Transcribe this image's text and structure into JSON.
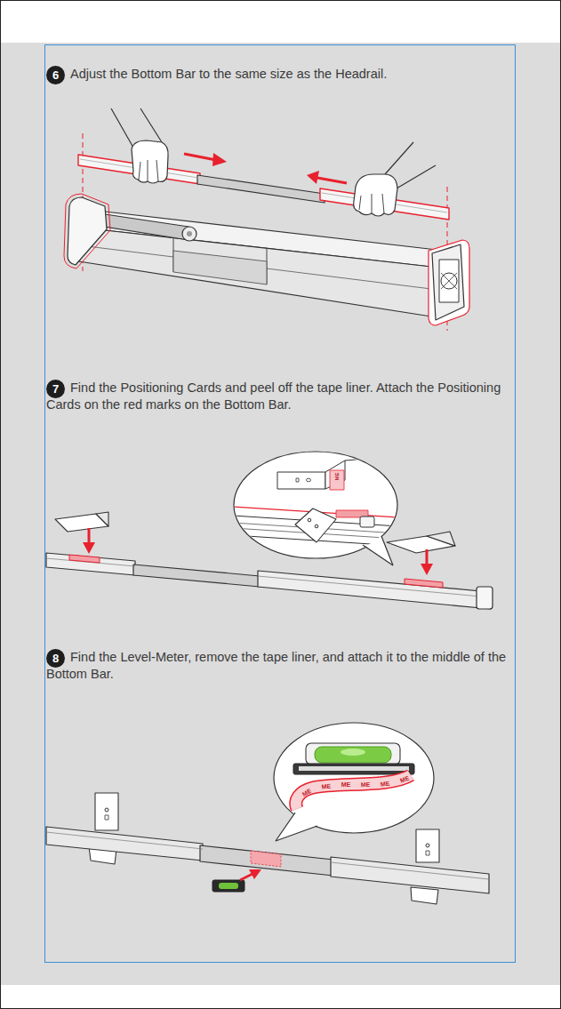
{
  "diagram": {
    "nodes": [
      {
        "text": [
          "6"
        ]
      },
      {
        "text": [
          "7"
        ]
      },
      {
        "text": [
          "8"
        ]
      }
    ],
    "labels": [
      "Adjust the Bottom Bar to the same size as the Headrail.",
      "Find the Positioning Cards and peel off the tape liner. Attach the Positioning Cards on the red marks on the Bottom Bar.",
      "ME",
      "Find the Level-Meter, remove the tape liner, and attach it to the middle of the Bottom Bar.",
      "ME",
      "ME",
      "ME",
      "ME",
      "ME",
      "ME"
    ]
  }
}
